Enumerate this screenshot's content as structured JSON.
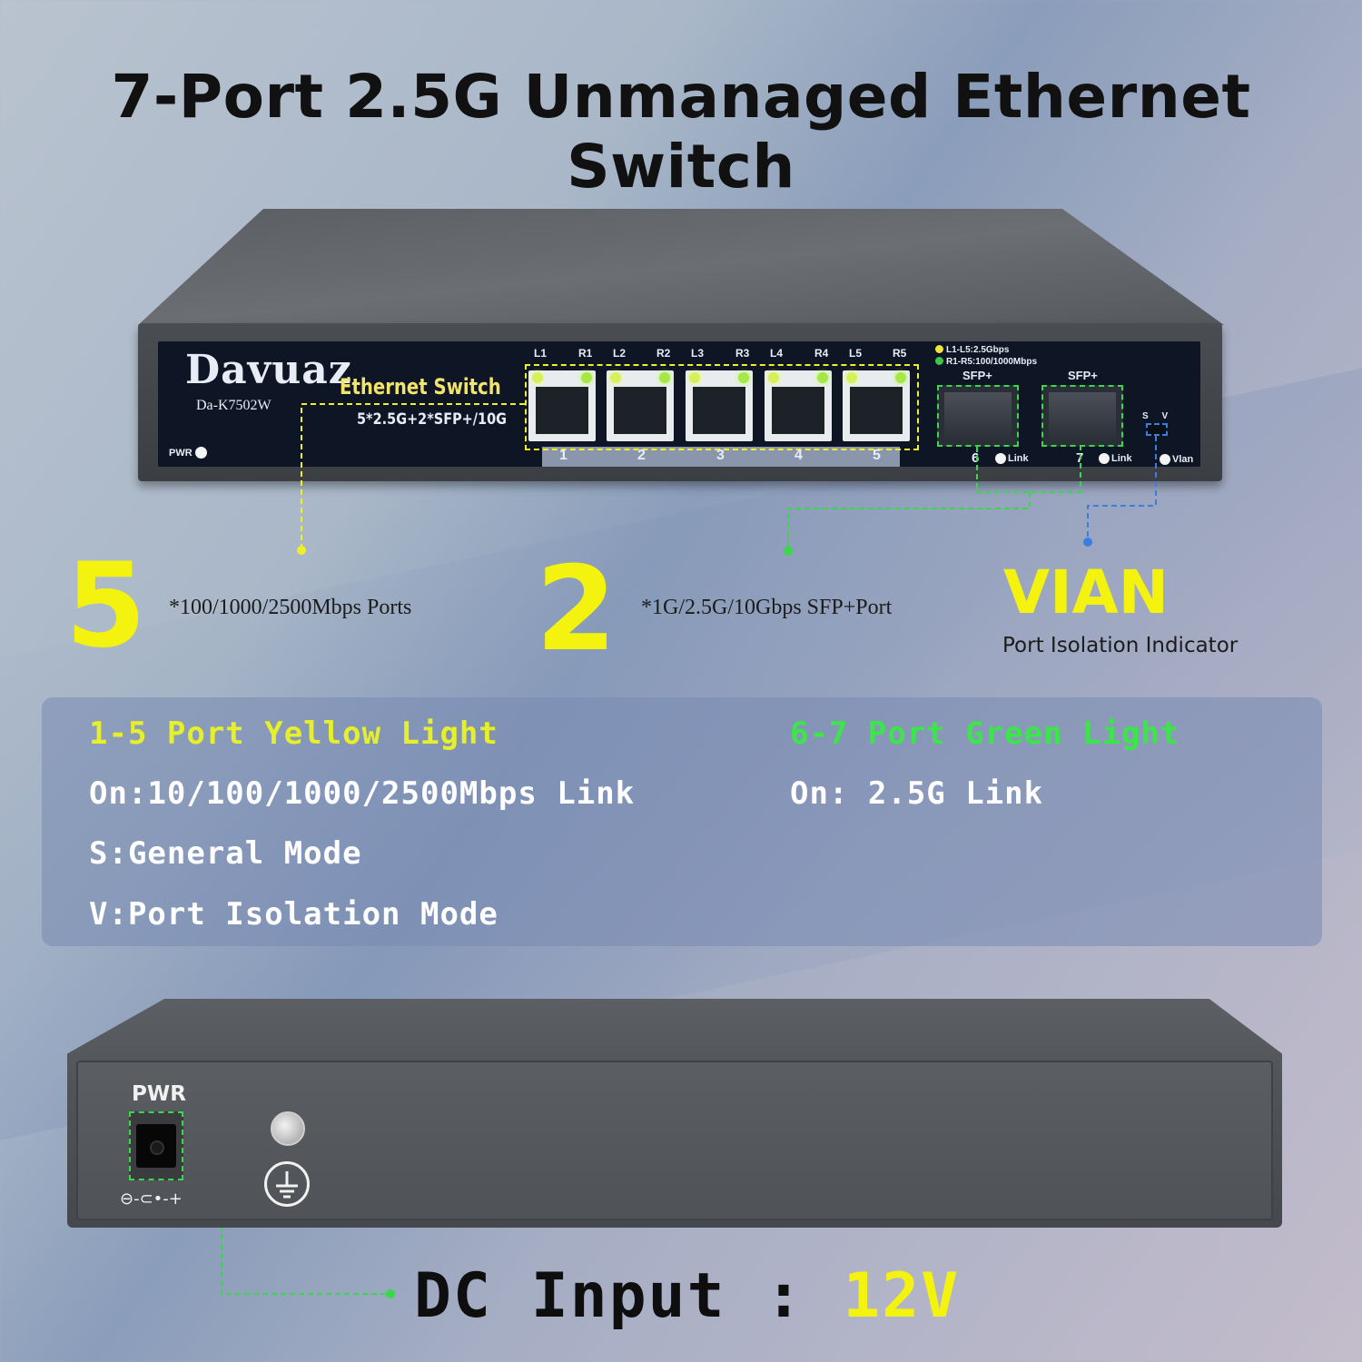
{
  "title": "7-Port 2.5G Unmanaged Ethernet Switch",
  "device_front": {
    "brand": "Davuaz",
    "model": "Da-K7502W",
    "pwr_led": "PWR",
    "panel_title": "Ethernet Switch",
    "panel_subtitle": "5*2.5G+2*SFP+/10G",
    "led_labels": [
      "L1",
      "R1",
      "L2",
      "R2",
      "L3",
      "R3",
      "L4",
      "R4",
      "L5",
      "R5"
    ],
    "port_numbers": [
      "1",
      "2",
      "3",
      "4",
      "5"
    ],
    "led_legend": [
      "L1-L5:2.5Gbps",
      "R1-R5:100/1000Mbps"
    ],
    "sfp_label": "SFP+",
    "sfp_ports": [
      "6",
      "7"
    ],
    "link_label": "Link",
    "sv_label": "S V",
    "vlan_label": "Vlan"
  },
  "callouts": {
    "ports_count": "5",
    "ports_desc": "*100/1000/2500Mbps Ports",
    "sfp_count": "2",
    "sfp_desc": "*1G/2.5G/10Gbps SFP+Port",
    "vian_title": "VIAN",
    "vian_desc": "Port Isolation Indicator"
  },
  "info_panel": {
    "left_heading": "1-5 Port Yellow Light",
    "left_lines": [
      "On:10/100/1000/2500Mbps Link",
      "S:General Mode",
      "V:Port Isolation Mode"
    ],
    "right_heading": "6-7 Port Green Light",
    "right_lines": [
      "On: 2.5G Link"
    ]
  },
  "device_rear": {
    "pwr_label": "PWR",
    "polarity": "⊖-⊂•-+"
  },
  "dc_input": {
    "label": "DC Input :",
    "value": "12V"
  },
  "colors": {
    "accent_yellow": "#f3f30f",
    "accent_green": "#39d84a",
    "accent_blue": "#3c7de0",
    "title_text": "#111111"
  }
}
